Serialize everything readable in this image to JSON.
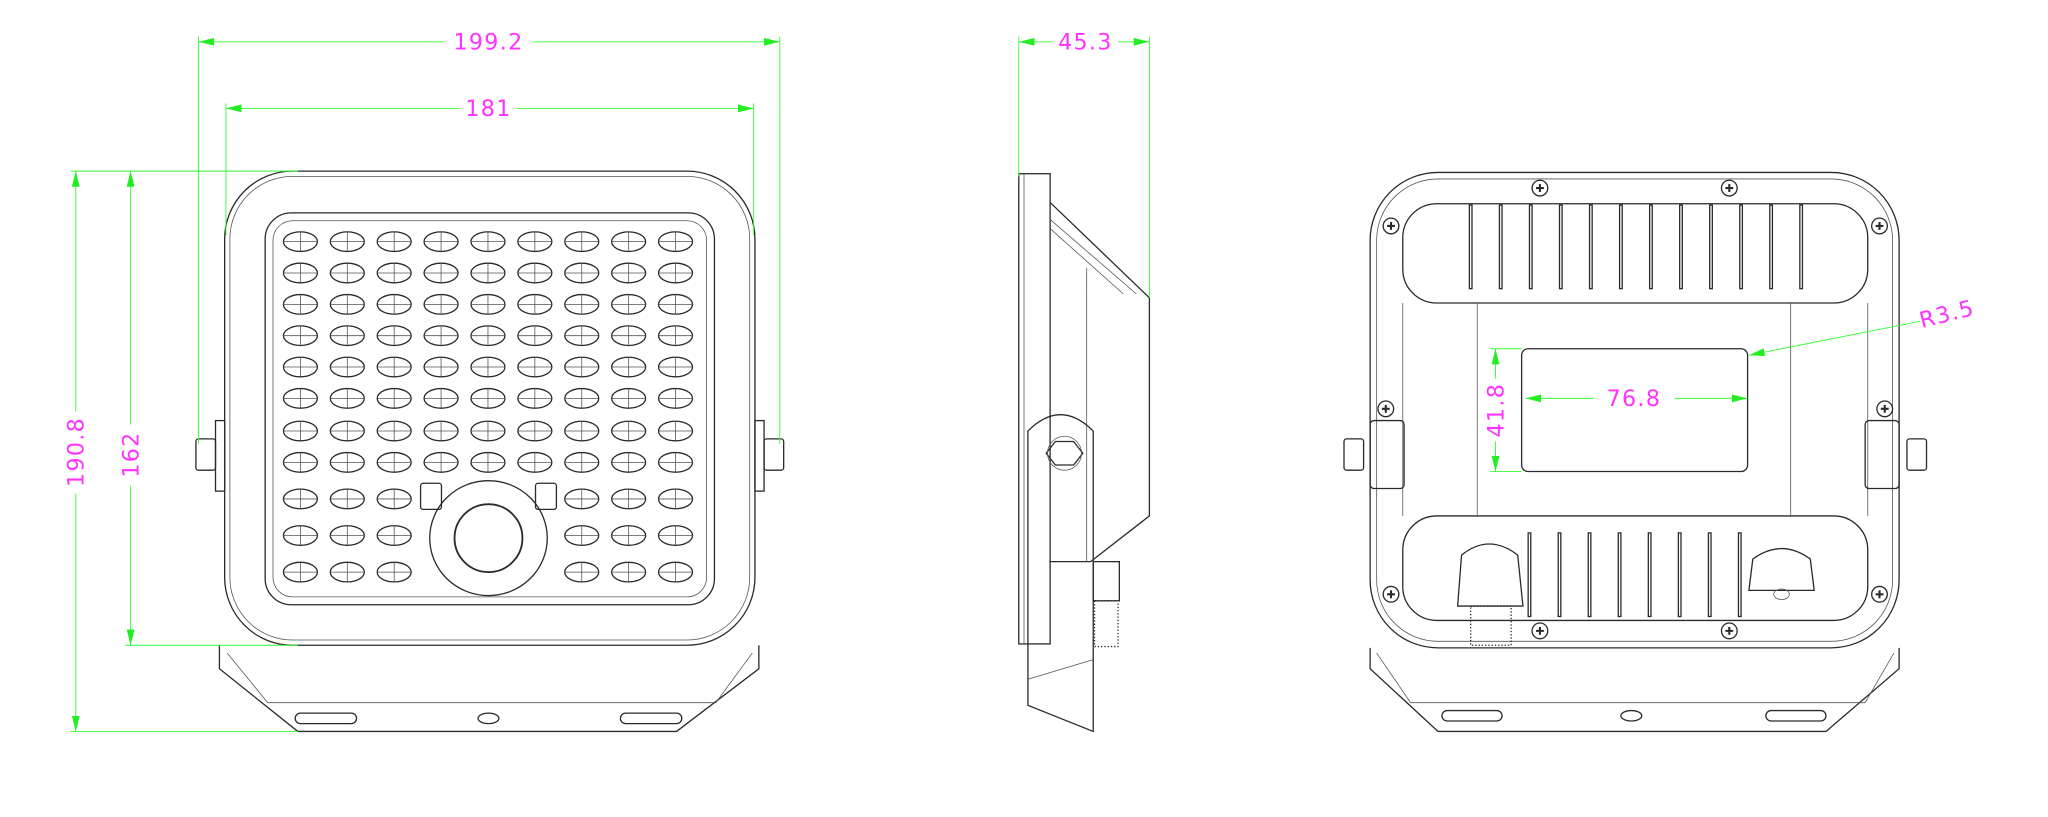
{
  "title": "Floodlight with sensor – front, side and rear views",
  "colors": {
    "dimension_line": "#33ff33",
    "dimension_text": "#ff33ff",
    "outline": "#2a2a2a"
  },
  "front_view": {
    "dimensions": {
      "overall_width": "199.2",
      "body_width": "181",
      "overall_height": "190.8",
      "body_height": "162"
    },
    "led_grid": {
      "columns": 9,
      "rows": 11
    }
  },
  "side_view": {
    "dimensions": {
      "depth": "45.3"
    }
  },
  "rear_view": {
    "dimensions": {
      "label_width": "76.8",
      "label_height": "41.8",
      "corner_radius": "R3.5"
    }
  }
}
